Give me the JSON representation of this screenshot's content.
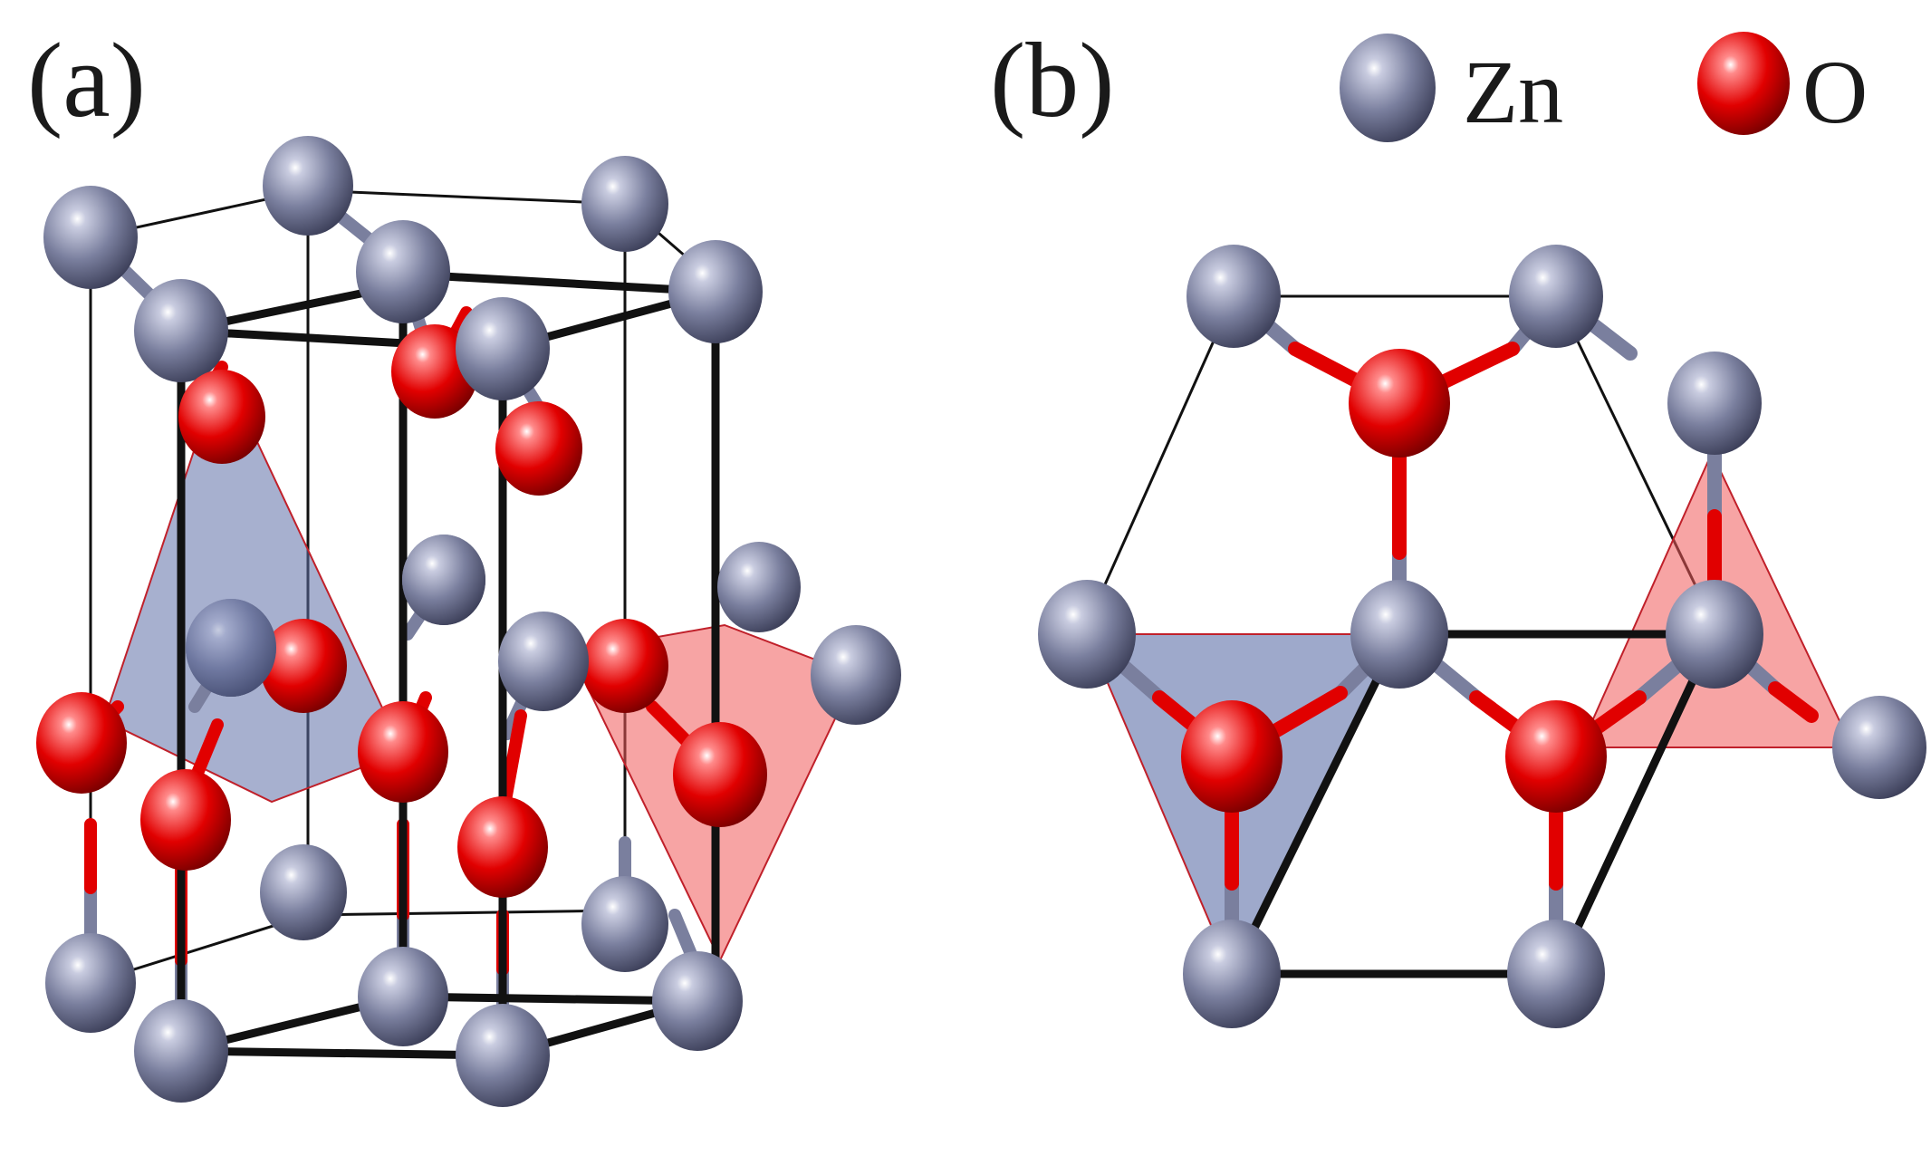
{
  "panels": {
    "a": {
      "label": "(a)"
    },
    "b": {
      "label": "(b)"
    }
  },
  "legend": {
    "zn": {
      "label": "Zn",
      "color": "#7a7f9e"
    },
    "o": {
      "label": "O",
      "color": "#e10000"
    }
  },
  "colors": {
    "zn_atom": "#7a7f9e",
    "o_atom": "#e10000",
    "zn_tetrahedron_fill": "#5e6fa8",
    "o_tetrahedron_fill": "#f05a5a",
    "cell_edge": "#111111"
  }
}
